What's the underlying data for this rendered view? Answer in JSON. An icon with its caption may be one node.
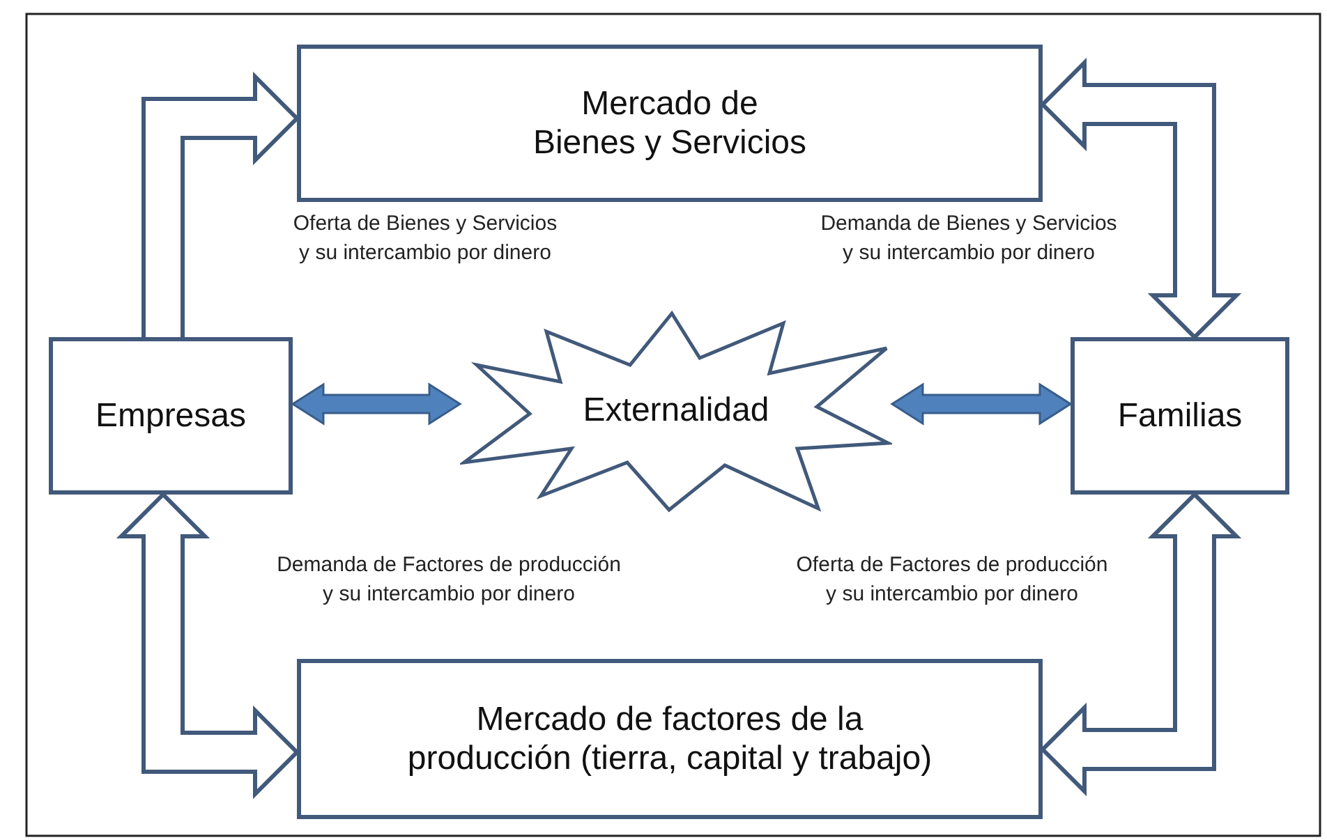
{
  "diagram": {
    "nodes": [
      {
        "text": [
          "Mercado de Bienes y Servicios"
        ]
      },
      {
        "text": [
          "Empresas"
        ]
      },
      {
        "text": [
          "Externalidad"
        ]
      },
      {
        "text": [
          "Familias"
        ]
      },
      {
        "text": [
          "Mercado de factores de la producción (tierra, capital y trabajo)"
        ]
      }
    ],
    "edges": [
      {
        "from": 1,
        "to": 0,
        "arrow": "both"
      },
      {
        "from": 0,
        "to": 3,
        "arrow": "both"
      },
      {
        "from": 1,
        "to": 4,
        "arrow": "both"
      },
      {
        "from": 4,
        "to": 3,
        "arrow": "both"
      },
      {
        "from": 1,
        "to": 2,
        "arrow": "both",
        "color": "#4f81bd"
      },
      {
        "from": 2,
        "to": 3,
        "arrow": "both",
        "color": "#4f81bd"
      }
    ],
    "labels": [
      "Oferta de Bienes y Servicios y su intercambio por dinero",
      "Demanda de Bienes y Servicios y su intercambio por dinero",
      "Demanda de Factores de producción y su intercambio por dinero",
      "Oferta de Factores de producción y su intercambio por dinero"
    ]
  }
}
